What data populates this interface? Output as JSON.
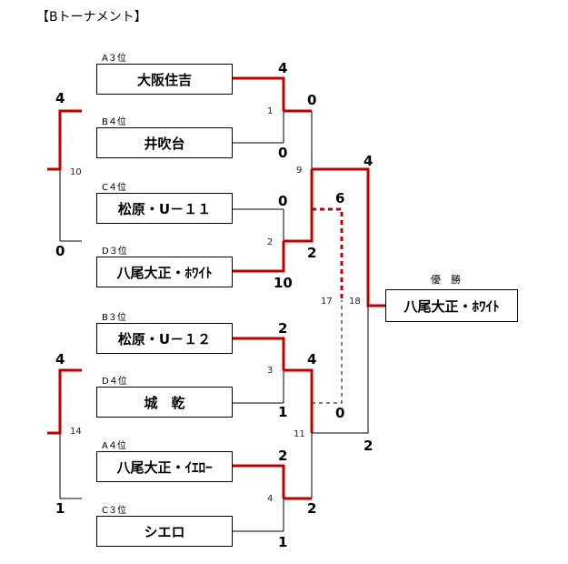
{
  "title": "【Bトーナメント】",
  "teams": [
    {
      "seed": "A３位",
      "name": "大阪住吉"
    },
    {
      "seed": "B４位",
      "name": "井吹台"
    },
    {
      "seed": "C４位",
      "name": "松原・U－１１"
    },
    {
      "seed": "D３位",
      "name": "八尾大正・ﾎﾜｲﾄ"
    },
    {
      "seed": "B３位",
      "name": "松原・U－１２"
    },
    {
      "seed": "D４位",
      "name": "城　乾"
    },
    {
      "seed": "A４位",
      "name": "八尾大正・ｲｴﾛｰ"
    },
    {
      "seed": "C３位",
      "name": "シエロ"
    }
  ],
  "scores": {
    "m1_top": "4",
    "m1_bot": "0",
    "m2_top": "0",
    "m2_bot": "10",
    "m3_top": "2",
    "m3_bot": "1",
    "m4_top": "2",
    "m4_bot": "1",
    "m9_top": "0",
    "m9_bot": "2",
    "m11_top": "4",
    "m11_bot": "2",
    "m18_top": "4",
    "m18_bot": "2",
    "m17_top": "6",
    "m17_bot": "0",
    "m10_top": "4",
    "m10_bot": "0",
    "m14_top": "4",
    "m14_bot": "1"
  },
  "match_numbers": {
    "m1": "1",
    "m2": "2",
    "m3": "3",
    "m4": "4",
    "m9": "9",
    "m11": "11",
    "m17": "17",
    "m18": "18",
    "m10": "10",
    "m14": "14"
  },
  "champion": {
    "label": "優　勝",
    "name": "八尾大正・ﾎﾜｲﾄ"
  },
  "colors": {
    "win": "#c00000",
    "line": "#000000"
  }
}
